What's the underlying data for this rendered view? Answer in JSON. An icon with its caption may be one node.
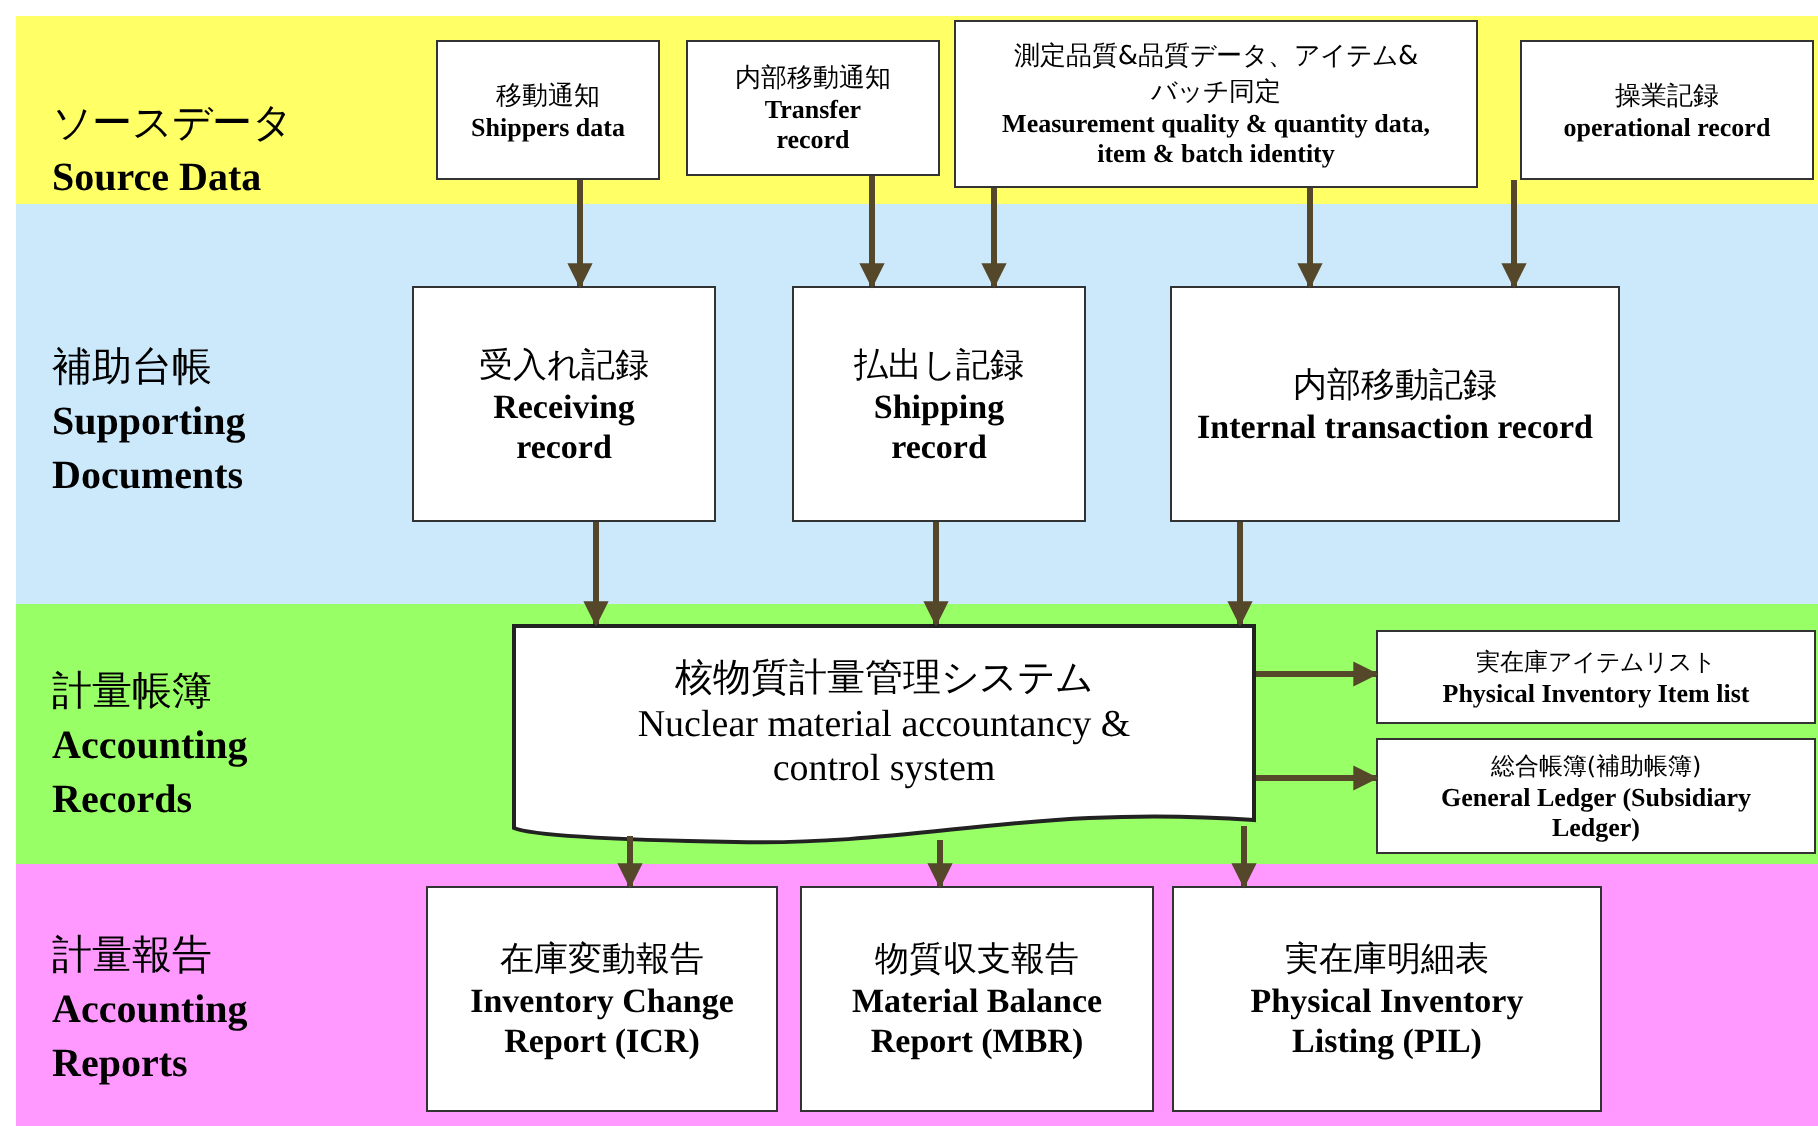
{
  "diagram": {
    "nodes": [
      {
        "text": [
          "ソースデータ",
          "Source Data"
        ]
      },
      {
        "text": [
          "移動通知",
          "Shippers data"
        ],
        "in": 0
      },
      {
        "text": [
          "内部移動通知",
          "Transfer record"
        ],
        "in": 0
      },
      {
        "text": [
          "測定品質&品質データ、アイテム&バッチ同定",
          "Measurement quality & quantity data, item & batch identity"
        ],
        "in": 0
      },
      {
        "text": [
          "操業記録",
          "operational record"
        ],
        "in": 0
      },
      {
        "text": [
          "補助台帳",
          "Supporting Documents"
        ]
      },
      {
        "text": [
          "受入れ記録",
          "Receiving record"
        ],
        "in": 5
      },
      {
        "text": [
          "払出し記録",
          "Shipping record"
        ],
        "in": 5
      },
      {
        "text": [
          "内部移動記録",
          "Internal transaction record"
        ],
        "in": 5
      },
      {
        "text": [
          "計量帳簿",
          "Accounting Records"
        ]
      },
      {
        "text": [
          "核物質計量管理システム",
          "Nuclear material accountancy & control system"
        ],
        "in": 9
      },
      {
        "text": [
          "実在庫アイテムリスト",
          "Physical Inventory Item list"
        ],
        "in": 9
      },
      {
        "text": [
          "総合帳簿(補助帳簿)",
          "General Ledger (Subsidiary Ledger)"
        ],
        "in": 9
      },
      {
        "text": [
          "計量報告",
          "Accounting Reports"
        ]
      },
      {
        "text": [
          "在庫変動報告",
          "Inventory Change Report (ICR)"
        ],
        "in": 13
      },
      {
        "text": [
          "物質収支報告",
          "Material Balance Report (MBR)"
        ],
        "in": 13
      },
      {
        "text": [
          "実在庫明細表",
          "Physical Inventory Listing (PIL)"
        ],
        "in": 13
      }
    ],
    "edges": [
      {
        "from": 1,
        "to": 6,
        "arrow": "to"
      },
      {
        "from": 2,
        "to": 7,
        "arrow": "to"
      },
      {
        "from": 3,
        "to": 7,
        "arrow": "to"
      },
      {
        "from": 3,
        "to": 8,
        "arrow": "to"
      },
      {
        "from": 4,
        "to": 8,
        "arrow": "to"
      },
      {
        "from": 6,
        "to": 10,
        "arrow": "to"
      },
      {
        "from": 7,
        "to": 10,
        "arrow": "to"
      },
      {
        "from": 8,
        "to": 10,
        "arrow": "to"
      },
      {
        "from": 10,
        "to": 11,
        "arrow": "to"
      },
      {
        "from": 10,
        "to": 12,
        "arrow": "to"
      },
      {
        "from": 10,
        "to": 14,
        "arrow": "to"
      },
      {
        "from": 10,
        "to": 15,
        "arrow": "to"
      },
      {
        "from": 10,
        "to": 16,
        "arrow": "to"
      }
    ]
  }
}
